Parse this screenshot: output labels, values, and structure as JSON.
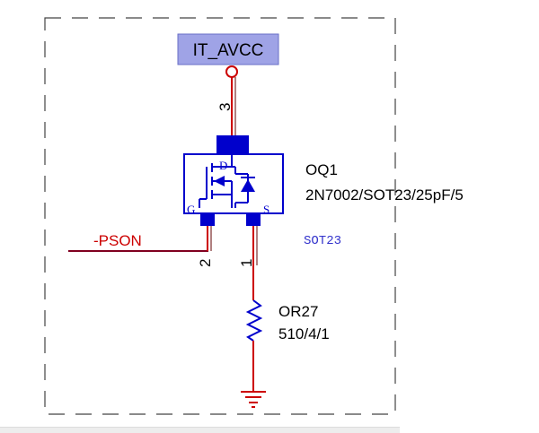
{
  "power_net": {
    "label": "IT_AVCC"
  },
  "transistor": {
    "refdes": "OQ1",
    "value": "2N7002/SOT23/25pF/5",
    "package": "SOT23",
    "pin_drain_letter": "D",
    "pin_gate_letter": "G",
    "pin_source_letter": "S",
    "pin_drain_number": "3",
    "pin_gate_number": "2",
    "pin_source_number": "1"
  },
  "net_psON": {
    "label": "-PSON"
  },
  "resistor": {
    "refdes": "OR27",
    "value": "510/4/1"
  },
  "colors": {
    "wire": "#cc0000",
    "net_wire": "#800020",
    "component": "#0000cc",
    "power_box_fill": "#9fa3e6",
    "border_dash": "#444444",
    "package_text": "#3333cc"
  }
}
